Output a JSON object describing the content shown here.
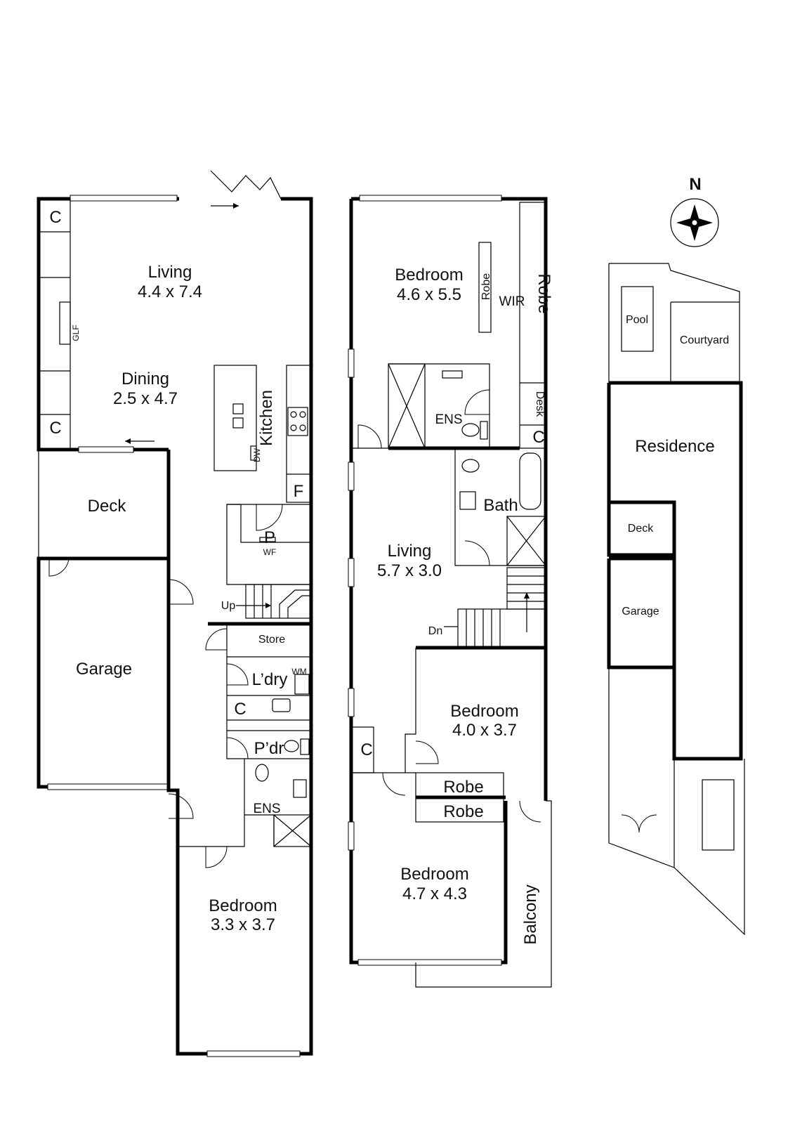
{
  "compass": {
    "label": "N"
  },
  "ground_floor": {
    "living": {
      "name": "Living",
      "size": "4.4 x 7.4"
    },
    "dining": {
      "name": "Dining",
      "size": "2.5 x 4.7"
    },
    "kitchen": "Kitchen",
    "glf": "GLF",
    "dw": "DW",
    "fridge": "F",
    "pantry": "P",
    "wf": "WF",
    "deck": "Deck",
    "garage": "Garage",
    "up": "Up",
    "store": "Store",
    "laundry": "L’dry",
    "wm": "WM",
    "powder": "P’dr",
    "ens": "ENS",
    "cupboards": [
      "C",
      "C",
      "C"
    ],
    "bedroom": {
      "name": "Bedroom",
      "size": "3.3 x 3.7"
    }
  },
  "first_floor": {
    "bedroom_main": {
      "name": "Bedroom",
      "size": "4.6 x 5.5"
    },
    "robe_inner": "Robe",
    "wir": "WIR",
    "robe_side": "Robe",
    "desk": "Desk",
    "cupboards": [
      "C",
      "C"
    ],
    "ens": "ENS",
    "bath": "Bath",
    "living": {
      "name": "Living",
      "size": "5.7 x 3.0"
    },
    "dn": "Dn",
    "bedroom_2": {
      "name": "Bedroom",
      "size": "4.0 x 3.7"
    },
    "robe_a": "Robe",
    "robe_b": "Robe",
    "bedroom_3": {
      "name": "Bedroom",
      "size": "4.7 x 4.3"
    },
    "balcony": "Balcony"
  },
  "site_plan": {
    "pool": "Pool",
    "courtyard": "Courtyard",
    "residence": "Residence",
    "deck": "Deck",
    "garage": "Garage"
  }
}
